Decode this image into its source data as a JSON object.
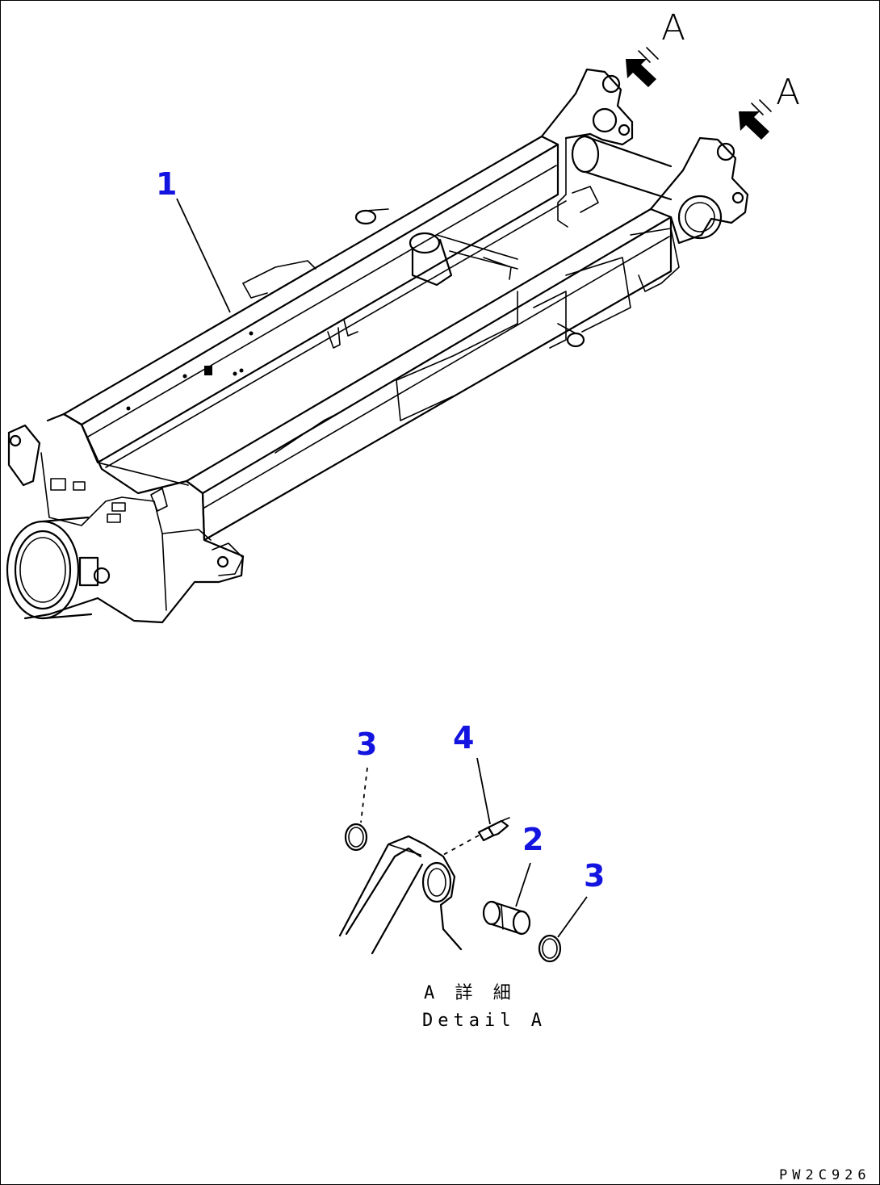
{
  "callouts": {
    "frame": "1",
    "bushing": "2",
    "seal_left": "3",
    "seal_right": "3",
    "grease_fitting": "4"
  },
  "view_marks": {
    "left": "A",
    "right": "A"
  },
  "detail_caption": {
    "jp": "A 詳 細",
    "en": "Detail A"
  },
  "figure_id": "PW2C926",
  "colors": {
    "callout": "#1414e0",
    "ink": "#000000"
  }
}
